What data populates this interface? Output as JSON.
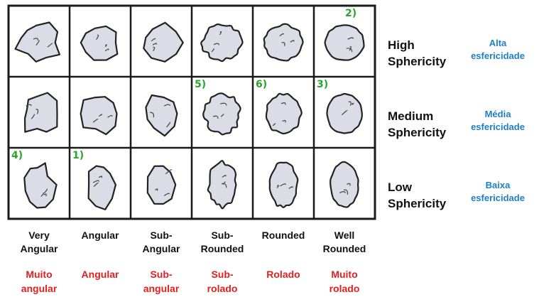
{
  "diagram": {
    "columns": [
      {
        "en": "Very\nAngular",
        "pt": "Muito\nangular"
      },
      {
        "en": "Angular",
        "pt": "Angular"
      },
      {
        "en": "Sub-\nAngular",
        "pt": "Sub-\nangular"
      },
      {
        "en": "Sub-\nRounded",
        "pt": "Sub-\nrolado"
      },
      {
        "en": "Rounded",
        "pt": "Rolado"
      },
      {
        "en": "Well\nRounded",
        "pt": "Muito\nrolado"
      }
    ],
    "rows": [
      {
        "en": "High\nSphericity",
        "pt": "Alta\nesfericidade"
      },
      {
        "en": "Medium\nSphericity",
        "pt": "Média\nesfericidade"
      },
      {
        "en": "Low\nSphericity",
        "pt": "Baixa\nesfericidade"
      }
    ],
    "markers": [
      {
        "label": "2)",
        "row": 0,
        "col": 5
      },
      {
        "label": "5)",
        "row": 1,
        "col": 3
      },
      {
        "label": "6)",
        "row": 1,
        "col": 4
      },
      {
        "label": "3)",
        "row": 1,
        "col": 5
      },
      {
        "label": "4)",
        "row": 2,
        "col": 0
      },
      {
        "label": "1)",
        "row": 2,
        "col": 1
      }
    ],
    "colors": {
      "grid": "#1a1a1a",
      "grain_fill": "#dcdce6",
      "marker": "#2aa52a",
      "english": "#111111",
      "portuguese_col": "#e02020",
      "portuguese_row": "#1e7fc8"
    }
  }
}
